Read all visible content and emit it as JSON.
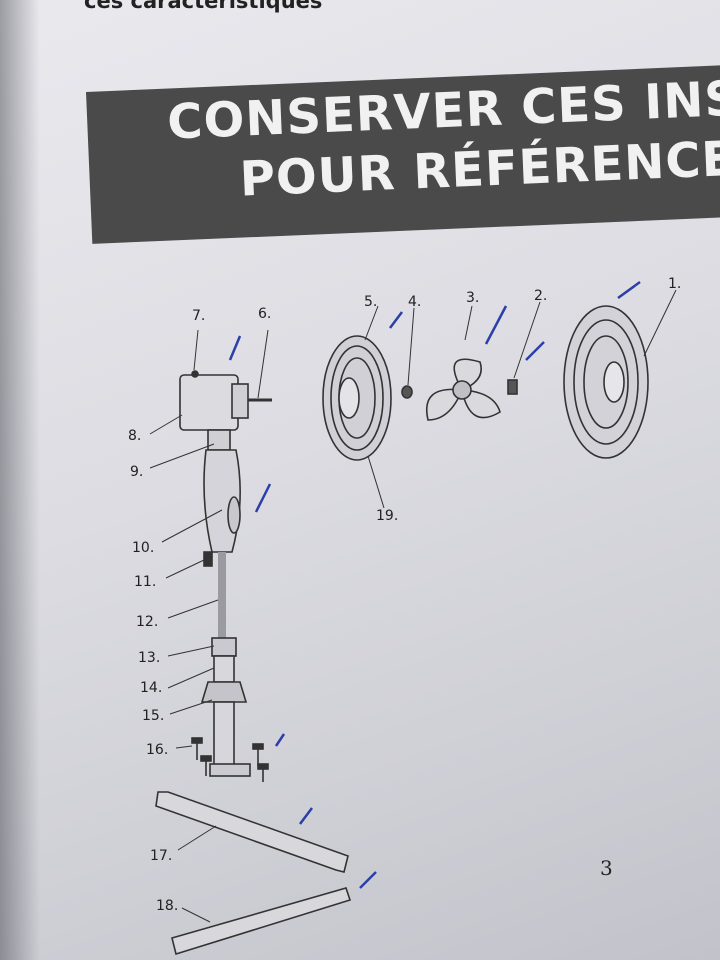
{
  "header": {
    "intro_line": "ces caractéristiques"
  },
  "banner": {
    "line1": "CONSERVER CES INS",
    "line2": "POUR RÉFÉRENCE"
  },
  "parts": {
    "p1": "1.",
    "p2": "2.",
    "p3": "3.",
    "p4": "4.",
    "p5": "5.",
    "p6": "6.",
    "p7": "7.",
    "p8": "8.",
    "p9": "9.",
    "p10": "10.",
    "p11": "11.",
    "p12": "12.",
    "p13": "13.",
    "p14": "14.",
    "p15": "15.",
    "p16": "16.",
    "p17": "17.",
    "p18": "18.",
    "p19": "19."
  },
  "page_number": "3",
  "colors": {
    "banner": "#4b4a4a",
    "ink": "#222222",
    "pen_mark": "#2b3fa8"
  }
}
